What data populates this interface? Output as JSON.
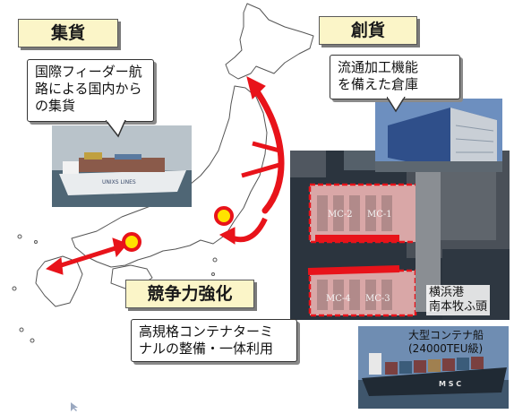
{
  "tags": {
    "collection": "集貨",
    "creation": "創貨",
    "competitiveness": "競争力強化"
  },
  "callouts": {
    "feeder": [
      "国際フィーダー航",
      "路による国内から",
      "の集貨"
    ],
    "warehouse": [
      "流通加工機能",
      "を備えた倉庫"
    ],
    "terminal": [
      "高規格コンテナターミ",
      "ナルの整備・一体利用"
    ]
  },
  "port": {
    "name_line1": "横浜港",
    "name_line2": "南本牧ふ頭",
    "terminals": [
      "MC-1",
      "MC-2",
      "MC-3",
      "MC-4"
    ]
  },
  "ship": {
    "label_line1": "大型コンテナ船",
    "label_line2": "(24000TEU級)",
    "hull_text": "M S C",
    "feeder_hull_text": "UNIXS   LINES"
  },
  "colors": {
    "arrow_red": "#e8131a",
    "marker_yellow": "#ffe200",
    "tag_fill": "#fbf5c8"
  }
}
